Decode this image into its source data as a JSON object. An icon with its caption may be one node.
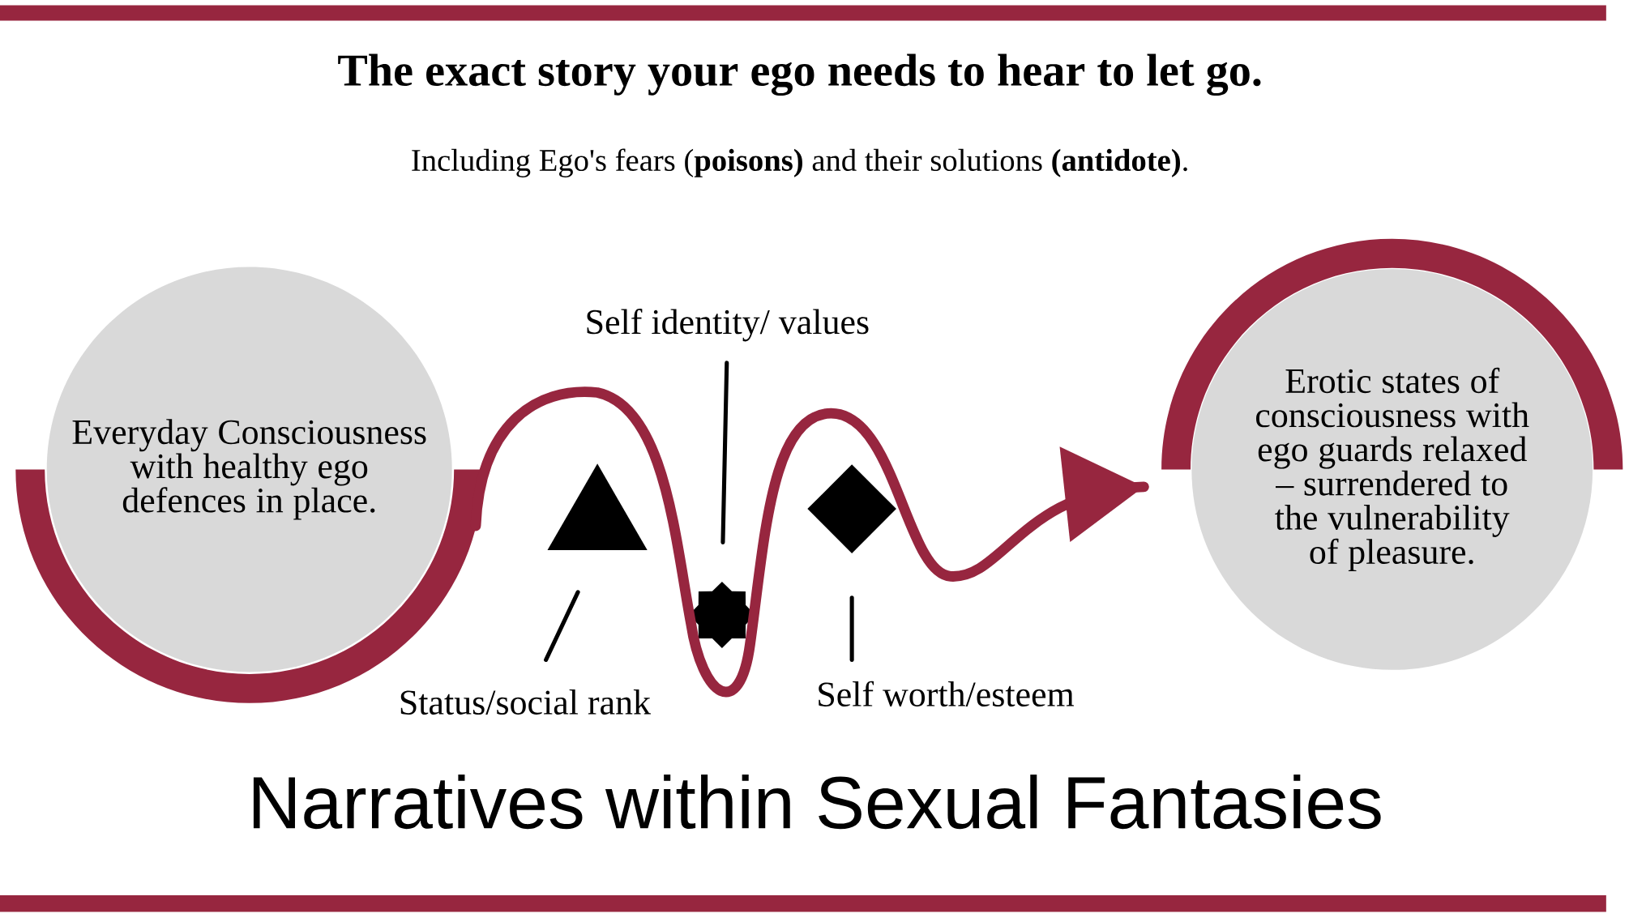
{
  "diagram": {
    "title": "The exact story your ego needs to hear to let go.",
    "nodes": [
      {
        "text": [
          "Everyday Consciousness with healthy ego defences in place."
        ]
      },
      {
        "text": [
          "Erotic states of consciousness with ego guards relaxed – surrendered to the vulnerability of pleasure."
        ]
      },
      {
        "text": [
          "Self identity/ values"
        ]
      },
      {
        "text": [],
        "shape": "triangle"
      },
      {
        "text": [],
        "shape": "star"
      },
      {
        "text": [],
        "shape": "diamond"
      },
      {
        "text": [
          "Status/social rank"
        ]
      },
      {
        "text": [
          "Self worth/esteem"
        ]
      }
    ],
    "edges": [
      {
        "from": 0,
        "to": 1,
        "arrow": "to",
        "style": "thick",
        "color": "#97263f"
      },
      {
        "from": 2,
        "to": 4,
        "arrow": "none"
      },
      {
        "from": 6,
        "to": 3,
        "arrow": "none"
      },
      {
        "from": 7,
        "to": 5,
        "arrow": "none"
      }
    ],
    "labels": [
      "Including Ego's fears (**poisons)** and their solutions **(antidote)**."
    ],
    "caption": "Narratives within Sexual Fantasies"
  }
}
